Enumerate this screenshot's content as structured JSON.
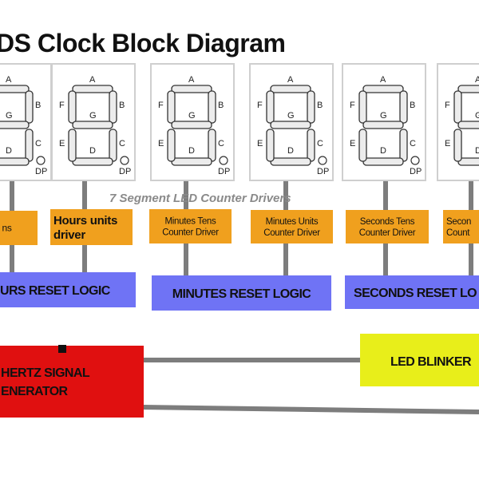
{
  "title": "DS Clock Block Diagram",
  "center_label": "7 Segment LED Counter Drivers",
  "segment_letters": {
    "a": "A",
    "b": "B",
    "c": "C",
    "d": "D",
    "e": "E",
    "f": "F",
    "g": "G",
    "dp": "DP"
  },
  "drivers": [
    [
      "ns"
    ],
    [
      "Hours units",
      "driver"
    ],
    [
      "Minutes Tens",
      "Counter Driver"
    ],
    [
      "Minutes Units",
      "Counter Driver"
    ],
    [
      "Seconds Tens",
      "Counter Driver"
    ],
    [
      "Secon",
      "Count"
    ]
  ],
  "reset_logic": [
    "URS RESET LOGIC",
    "MINUTES RESET LOGIC",
    "SECONDS RESET LO"
  ],
  "generator": [
    "HERTZ SIGNAL",
    "ENERATOR"
  ],
  "blinker": "LED BLINKER",
  "colors": {
    "driver": "#f0a01e",
    "reset": "#6f73f5",
    "generator": "#e01010",
    "blinker": "#e8ee1a",
    "wire": "#7d7d7d",
    "display_border": "#cfcfcf",
    "segment_fill": "#ececec"
  }
}
